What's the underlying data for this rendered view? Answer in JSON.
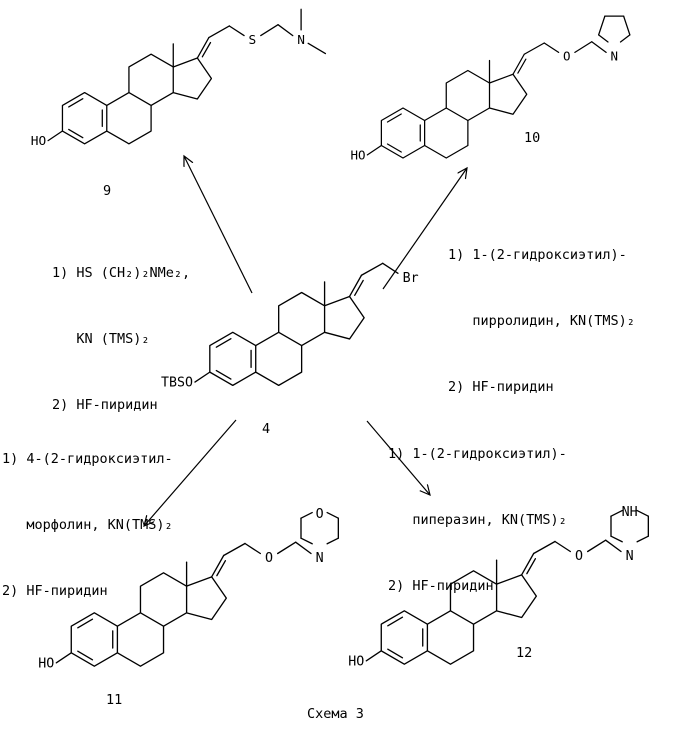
{
  "scheme": {
    "title": "Схема 3"
  },
  "compounds": {
    "c9": {
      "label": "9",
      "hydroxyl": "HO",
      "sulfur": "S",
      "nitrogen": "N"
    },
    "c10": {
      "label": "10",
      "hydroxyl": "HO",
      "ether_oxygen": "O",
      "nitrogen": "N"
    },
    "c4": {
      "label": "4",
      "silyl_ether": "TBSO",
      "bromine": "Br"
    },
    "c11": {
      "label": "11",
      "hydroxyl": "HO",
      "ether_oxygen": "O",
      "nitrogen": "N",
      "ring_oxygen": "O"
    },
    "c12": {
      "label": "12",
      "hydroxyl": "HO",
      "ether_oxygen": "O",
      "nitrogen": "N",
      "ring_nh": "NH"
    }
  },
  "conditions": {
    "to9": {
      "lines": [
        "1) HS (CH₂)₂NMe₂,",
        "   KN (TMS)₂",
        "2) HF-пиридин"
      ]
    },
    "to10": {
      "lines": [
        "1) 1-(2-гидроксиэтил)-",
        "   пирролидин, KN(TMS)₂",
        "2) HF-пиридин"
      ]
    },
    "to11": {
      "lines": [
        "1) 4-(2-гидроксиэтил-",
        "   морфолин, KN(TMS)₂",
        "2) HF-пиридин"
      ]
    },
    "to12": {
      "lines": [
        "1) 1-(2-гидроксиэтил)-",
        "   пиперазин, KN(TMS)₂",
        "2) HF-пиридин"
      ]
    }
  }
}
